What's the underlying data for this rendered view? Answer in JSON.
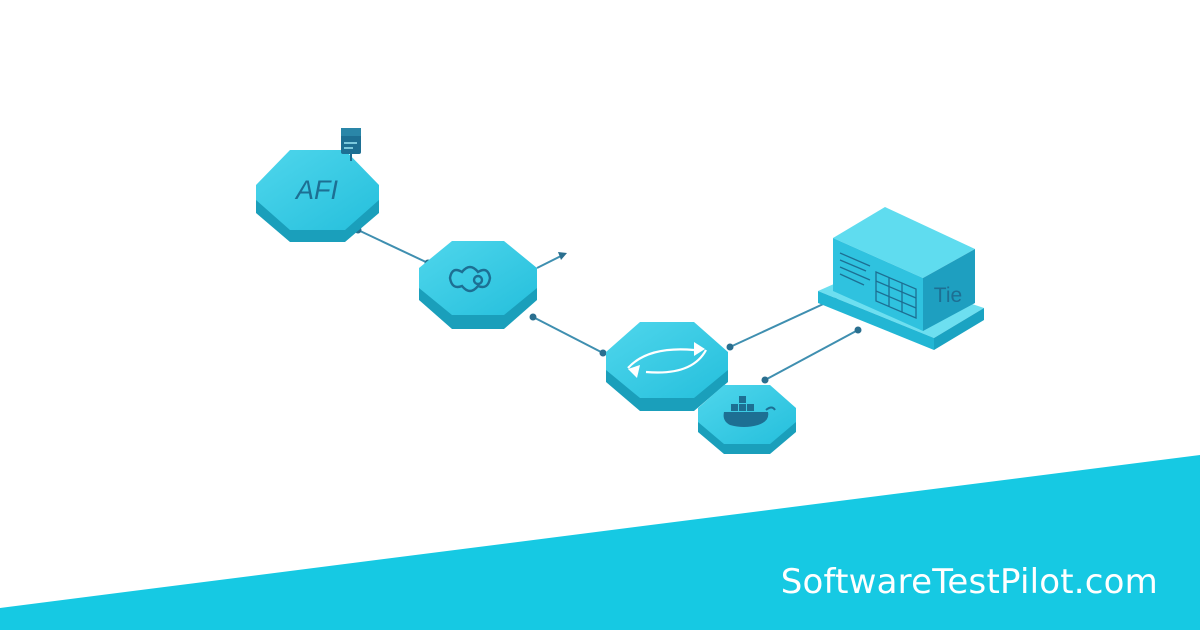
{
  "colors": {
    "accent": "#2cc8e2",
    "accent_dark": "#1a9fbb",
    "accent_light": "#5fdcef",
    "line": "#3f8fb0",
    "icon": "#1d6f93",
    "band": "#16c9e3",
    "background": "#ffffff"
  },
  "diagram": {
    "nodes": [
      {
        "id": "api",
        "label": "AFI",
        "icon": "document-icon"
      },
      {
        "id": "gear",
        "label": "",
        "icon": "cog-icon"
      },
      {
        "id": "sync",
        "label": "",
        "icon": "refresh-icon"
      },
      {
        "id": "docker",
        "label": "",
        "icon": "docker-whale-icon"
      },
      {
        "id": "test",
        "label": "Tie",
        "icon": "table-grid-icon"
      }
    ],
    "edges": [
      {
        "from": "api",
        "to": "gear"
      },
      {
        "from": "gear",
        "to": "sync"
      },
      {
        "from": "sync",
        "to": "test"
      },
      {
        "from": "docker",
        "to": "test"
      }
    ]
  },
  "footer": {
    "brand": "SoftwareTestPilot.com"
  }
}
